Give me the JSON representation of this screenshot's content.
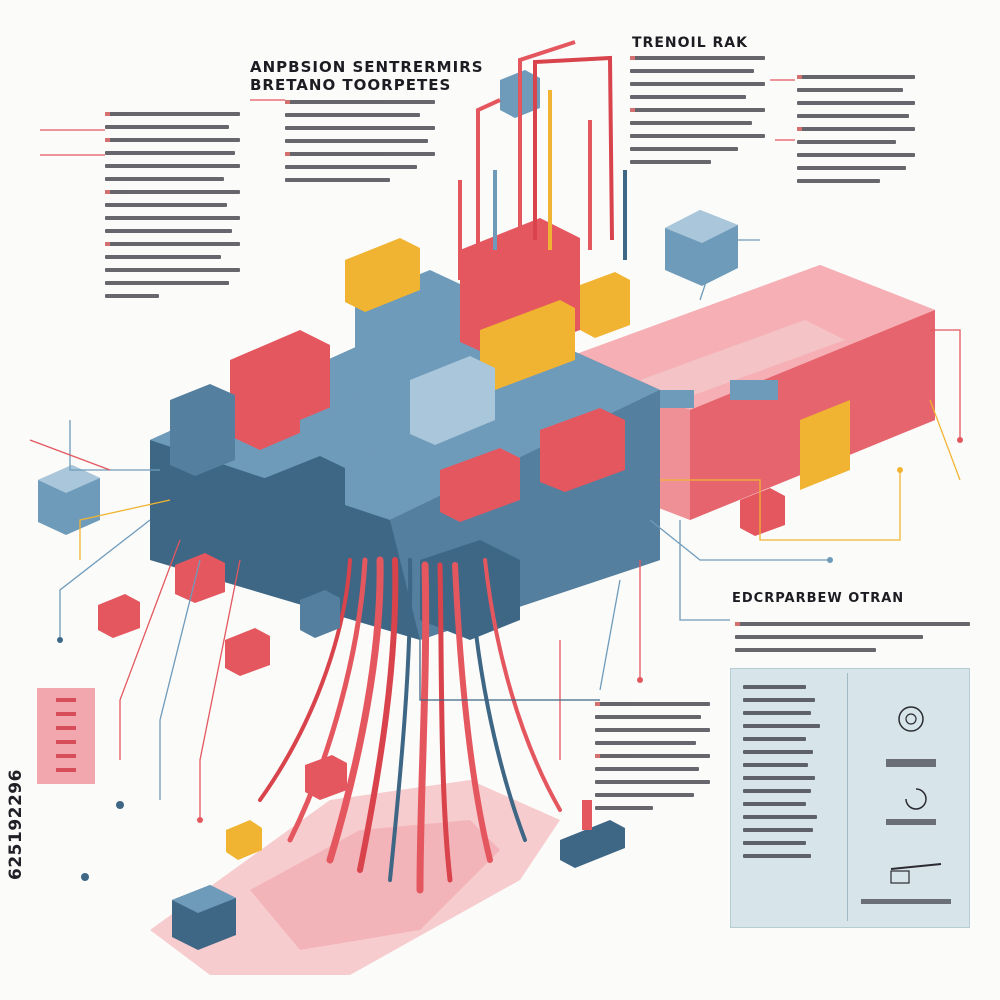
{
  "headings": {
    "top_center": [
      "ANPBSION SENTRERMIRS",
      "BRETANO TOORPETES"
    ],
    "top_right": "TRENOIL RAK",
    "lower_right": "EDCRPARBEW OTRAN"
  },
  "stock_id": "625192296",
  "colors": {
    "red": "#e4575f",
    "pink": "#f2a0a5",
    "blue": "#6f9bbb",
    "blue_dark": "#3e6685",
    "yellow": "#f0b432",
    "teal_panel": "#d7e5ea",
    "ink": "#1c1c22"
  },
  "illustration": "isometric-machine-tree"
}
